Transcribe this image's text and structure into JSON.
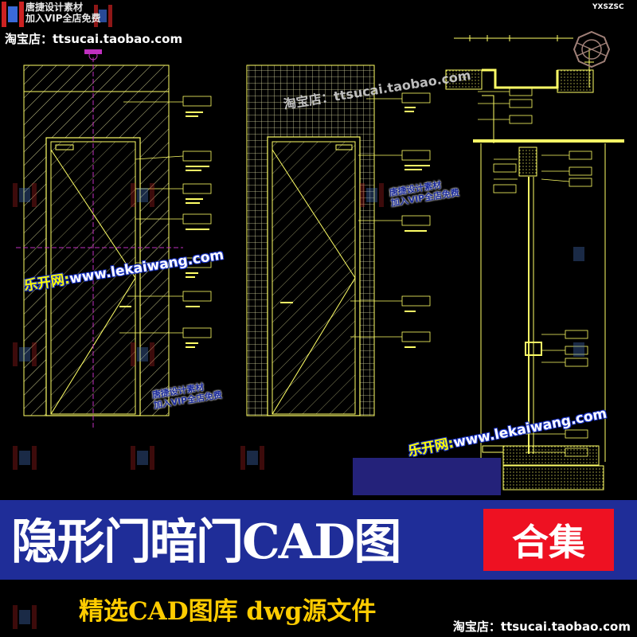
{
  "watermarks": {
    "shop_top": "淘宝店：ttsucai.taobao.com",
    "shop_diag": "淘宝店：ttsucai.taobao.com",
    "shop_bottom": "淘宝店：ttsucai.taobao.com",
    "code": "YXSZSC",
    "brand_top": "唐捷设计素材\n加入VIP全店免费",
    "site1_prefix": "乐开网:",
    "site1_url": "www.lekaiwang.com",
    "site2_prefix": "乐开网:",
    "site2_url": "www.lekaiwang.com",
    "stamp1": "唐捷设计素材\n加入VIP全店免费",
    "stamp2": "唐捷设计素材\n加入VIP全店免费"
  },
  "banner": {
    "title": "隐形门暗门CAD图",
    "badge": "合集",
    "subtitle": "精选CAD图库  dwg源文件"
  },
  "colors": {
    "background": "#000000",
    "cad_line": "#ffff66",
    "cad_hatch": "#c8c88a",
    "accent_magenta": "#c030c0",
    "banner_bg": "#1f2d98",
    "badge_bg": "#ee1122",
    "subtitle": "#ffcc00"
  },
  "icons": [
    "logo-mark-icon",
    "ornament-icon"
  ]
}
